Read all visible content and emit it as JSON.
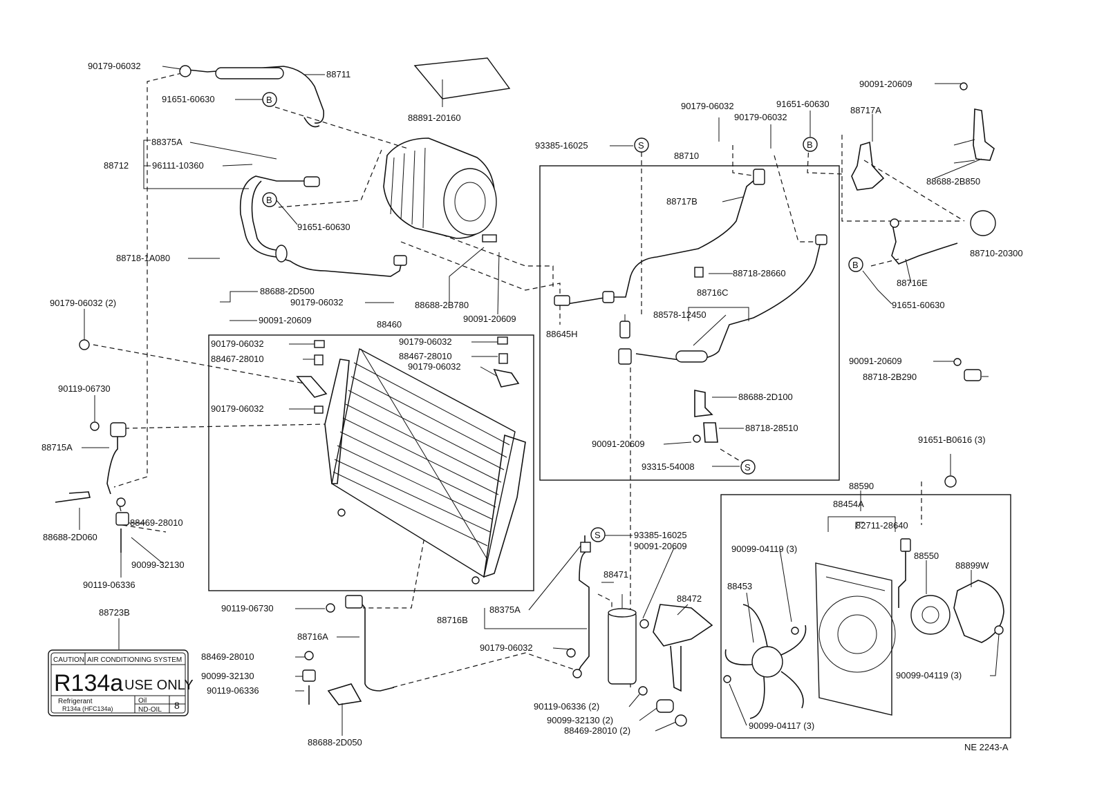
{
  "diagram_id": "NE 2243-A",
  "callouts": [
    "90179-06032",
    "88711",
    "91651-60630",
    "88891-20160",
    "88375A",
    "88712",
    "96111-10360",
    "91651-60630",
    "88718-1A080",
    "88688-2D500",
    "90179-06032",
    "90091-20609",
    "88688-2B780",
    "90091-20609",
    "90179-06032 (2)",
    "88460",
    "90179-06032",
    "88467-28010",
    "90179-06032",
    "88467-28010",
    "90179-06032",
    "90179-06032",
    "90119-06730",
    "88715A",
    "88469-28010",
    "88688-2D060",
    "90099-32130",
    "90119-06336",
    "93385-16025",
    "88710",
    "90179-06032",
    "91651-60630",
    "90179-06032",
    "88717A",
    "90091-20609",
    "88717B",
    "88688-2B850",
    "88710-20300",
    "88718-28660",
    "88716C",
    "88578-12450",
    "88645H",
    "88716E",
    "91651-60630",
    "90091-20609",
    "88718-2B290",
    "88688-2D100",
    "88718-28510",
    "90091-20609",
    "93315-54008",
    "91651-B0616 (3)",
    "88590",
    "88454A",
    "82711-28640",
    "90099-04119 (3)",
    "88550",
    "88899W",
    "88453",
    "90099-04119 (3)",
    "90099-04117 (3)",
    "93385-16025",
    "90091-20609",
    "88471",
    "88472",
    "88375A",
    "88716B",
    "90179-06032",
    "90119-06336 (2)",
    "90099-32130 (2)",
    "88469-28010 (2)",
    "90119-06730",
    "88716A",
    "88469-28010",
    "90099-32130",
    "90119-06336",
    "88688-2D050",
    "88723B"
  ],
  "label": {
    "caution": "CAUTION",
    "system": "AIR CONDITIONING SYSTEM",
    "refrigerant_big": "R134a",
    "use_only": "USE ONLY",
    "refrigerant": "Refrigerant",
    "refrigerant_type": "R134a (HFC134a)",
    "oil": "Oil",
    "no_oil": "ND-OIL",
    "oil_grade": "8"
  },
  "marker_letters": {
    "b": "B",
    "s": "S"
  }
}
